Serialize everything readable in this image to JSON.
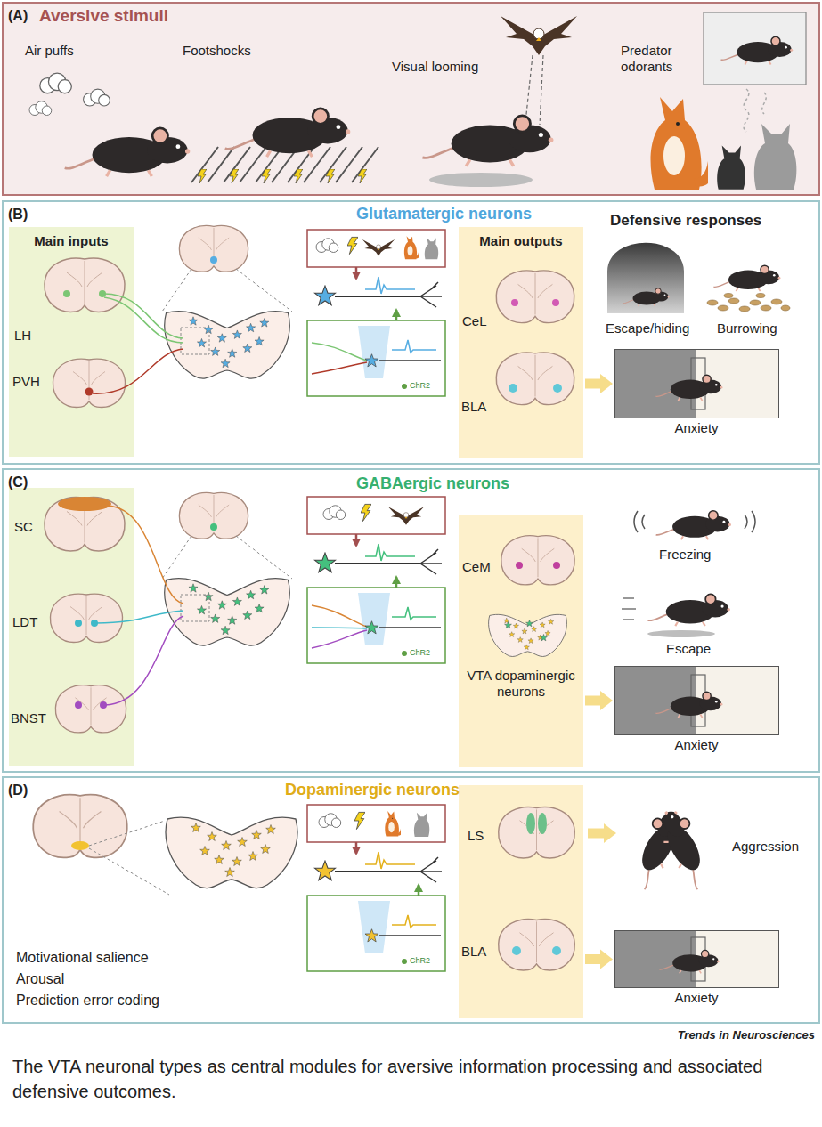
{
  "diagram": {
    "caption": "The VTA neuronal types as central modules for aversive information processing and associated defensive outcomes.",
    "nodes": [
      {
        "text": [
          "(A)",
          "Aversive stimuli"
        ]
      },
      {
        "text": [
          "(B)",
          "Glutamatergic neurons"
        ]
      },
      {
        "text": [
          "Main inputs",
          "LH",
          "PVH"
        ],
        "in": 1
      },
      {
        "text": [
          "Main outputs",
          "CeL",
          "BLA"
        ],
        "in": 1
      },
      {
        "text": [
          "Anxiety"
        ],
        "in": 1
      },
      {
        "text": [
          "(C)",
          "GABAergic neurons"
        ]
      },
      {
        "text": [
          "SC",
          "LDT",
          "BNST"
        ],
        "in": 5
      },
      {
        "text": [
          "CeM",
          "VTA dopaminergic neurons"
        ],
        "in": 5
      },
      {
        "text": [
          "Anxiety"
        ],
        "in": 5
      },
      {
        "text": [
          "(D)",
          "Dopaminergic neurons"
        ]
      },
      {
        "text": [
          "LS",
          "BLA"
        ],
        "in": 9
      },
      {
        "text": [
          "Anxiety"
        ],
        "in": 9
      }
    ],
    "edges": [
      {
        "from": 3,
        "to": 4,
        "arrow": "to"
      },
      {
        "from": 7,
        "to": 8,
        "arrow": "to"
      },
      {
        "from": 10,
        "to": 11,
        "arrow": "to"
      }
    ],
    "labels": [
      "Air puffs",
      "Footshocks",
      "Visual looming",
      "Predator odorants",
      "ChR2",
      "Defensive responses",
      "Escape/hiding",
      "Burrowing",
      "ChR2",
      "Freezing",
      "Escape",
      "Motivational salience",
      "Arousal",
      "Prediction error coding",
      "ChR2",
      "Aggression",
      "Trends in Neurosciences"
    ]
  }
}
